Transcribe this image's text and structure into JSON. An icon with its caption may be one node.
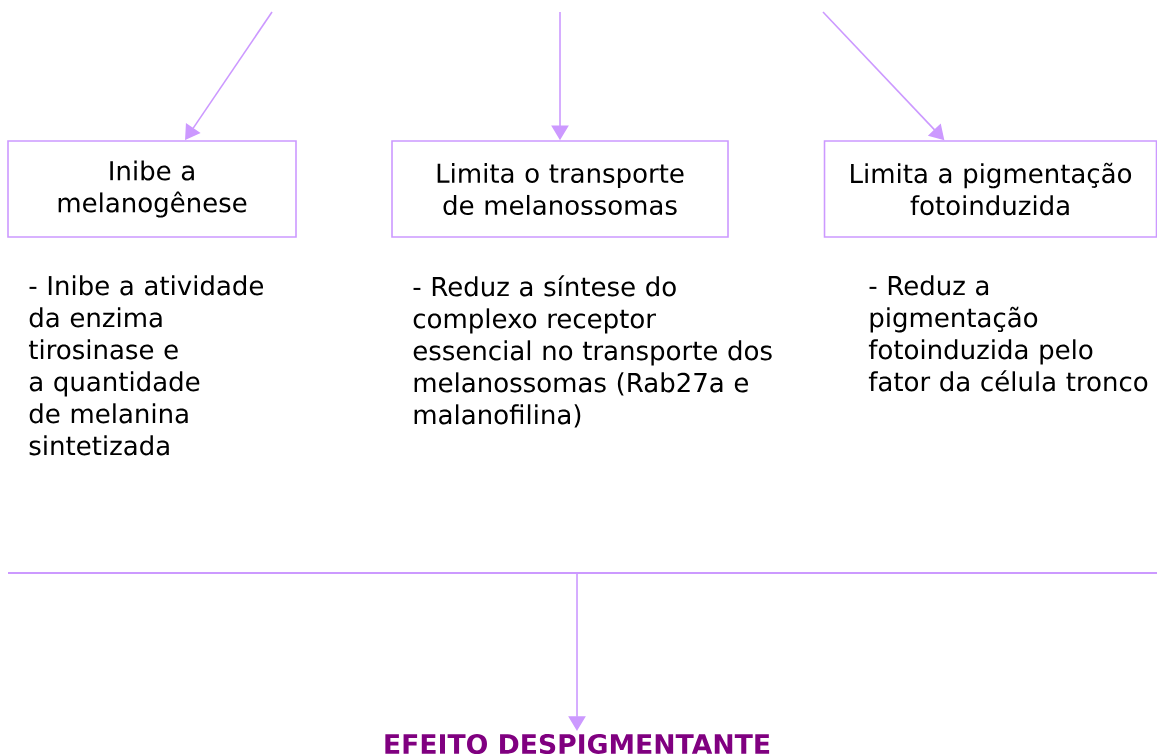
{
  "diagram": {
    "nodes": [
      {
        "text": [
          "Inibe a melanogênese"
        ],
        "beside": [
          "- Inibe a atividade da enzima tirosinase e a quantidade de melanina sintetizada"
        ]
      },
      {
        "text": [
          "Limita o transporte de melanossomas"
        ],
        "beside": [
          "- Reduz a síntese do complexo receptor essencial no transporte dos melanossomas (Rab27a e malanofilina)"
        ]
      },
      {
        "text": [
          "Limita a pigmentação fotoinduzida"
        ],
        "beside": [
          "- Reduz a pigmentação fotoinduzida pelo fator da célula tronco"
        ]
      },
      {
        "text": [
          "EFEITO DESPIGMENTANTE"
        ]
      }
    ],
    "edges": [
      {
        "from": null,
        "to": 0,
        "arrow": "to"
      },
      {
        "from": null,
        "to": 1,
        "arrow": "to"
      },
      {
        "from": null,
        "to": 2,
        "arrow": "to"
      },
      {
        "from": null,
        "to": 3,
        "arrow": "to"
      }
    ]
  }
}
